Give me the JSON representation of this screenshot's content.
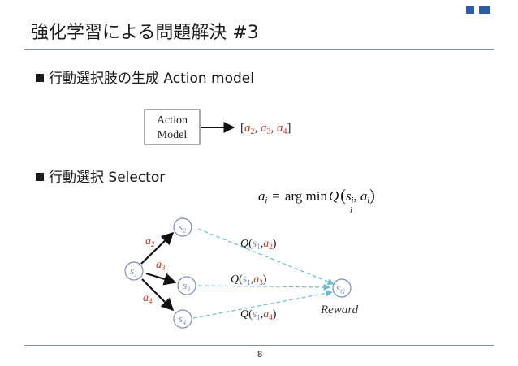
{
  "slide": {
    "title": "強化学習による問題解決 #3",
    "page_number": "8",
    "accent_color": "#2a5ea8"
  },
  "bullets": [
    {
      "text": "行動選択肢の生成 Action model"
    },
    {
      "text": "行動選択 Selector"
    }
  ],
  "action_model": {
    "box_line1": "Action",
    "box_line2": "Model",
    "output": {
      "open": "[",
      "items": [
        [
          "a",
          "2"
        ],
        [
          "a",
          "3"
        ],
        [
          "a",
          "4"
        ]
      ],
      "close": "]"
    }
  },
  "formula": {
    "lhs": "a",
    "lhs_sub": "i",
    "eq": "=",
    "op": "arg min",
    "op_sub": "i",
    "fn": "Q",
    "arg1": "s",
    "arg1_sub": "i",
    "arg2": "a",
    "arg2_sub": "i"
  },
  "graph": {
    "nodes": [
      {
        "id": "s1",
        "label": "s",
        "sub": "1"
      },
      {
        "id": "s2",
        "label": "s",
        "sub": "2"
      },
      {
        "id": "s3",
        "label": "s",
        "sub": "3"
      },
      {
        "id": "s4",
        "label": "s",
        "sub": "4"
      },
      {
        "id": "sG",
        "label": "s",
        "sub": "G"
      }
    ],
    "actions": [
      {
        "label": "a",
        "sub": "2"
      },
      {
        "label": "a",
        "sub": "3"
      },
      {
        "label": "a",
        "sub": "4"
      }
    ],
    "q_labels": [
      {
        "q": "Q",
        "s": "s",
        "s_sub": "1",
        "a": "a",
        "a_sub": "2"
      },
      {
        "q": "Q",
        "s": "s",
        "s_sub": "1",
        "a": "a",
        "a_sub": "3"
      },
      {
        "q": "Q",
        "s": "s",
        "s_sub": "1",
        "a": "a",
        "a_sub": "4"
      }
    ],
    "reward_label": "Reward",
    "colors": {
      "node": "#7b8fb5",
      "action": "#c0392b",
      "dashed": "#6bbcd1",
      "arrow": "#111111"
    }
  }
}
